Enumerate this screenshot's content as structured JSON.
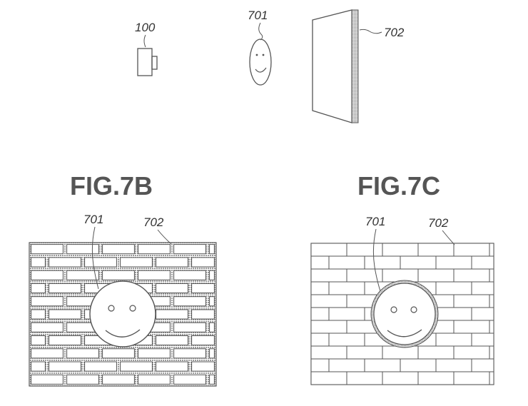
{
  "top": {
    "camera_ref": "100",
    "subject_ref": "701",
    "background_ref": "702"
  },
  "fig_b": {
    "label": "FIG.7B",
    "subject_ref": "701",
    "background_ref": "702"
  },
  "fig_c": {
    "label": "FIG.7C",
    "subject_ref": "701",
    "background_ref": "702"
  },
  "colors": {
    "line": "#555555",
    "shaded": "#c8c8c8"
  }
}
